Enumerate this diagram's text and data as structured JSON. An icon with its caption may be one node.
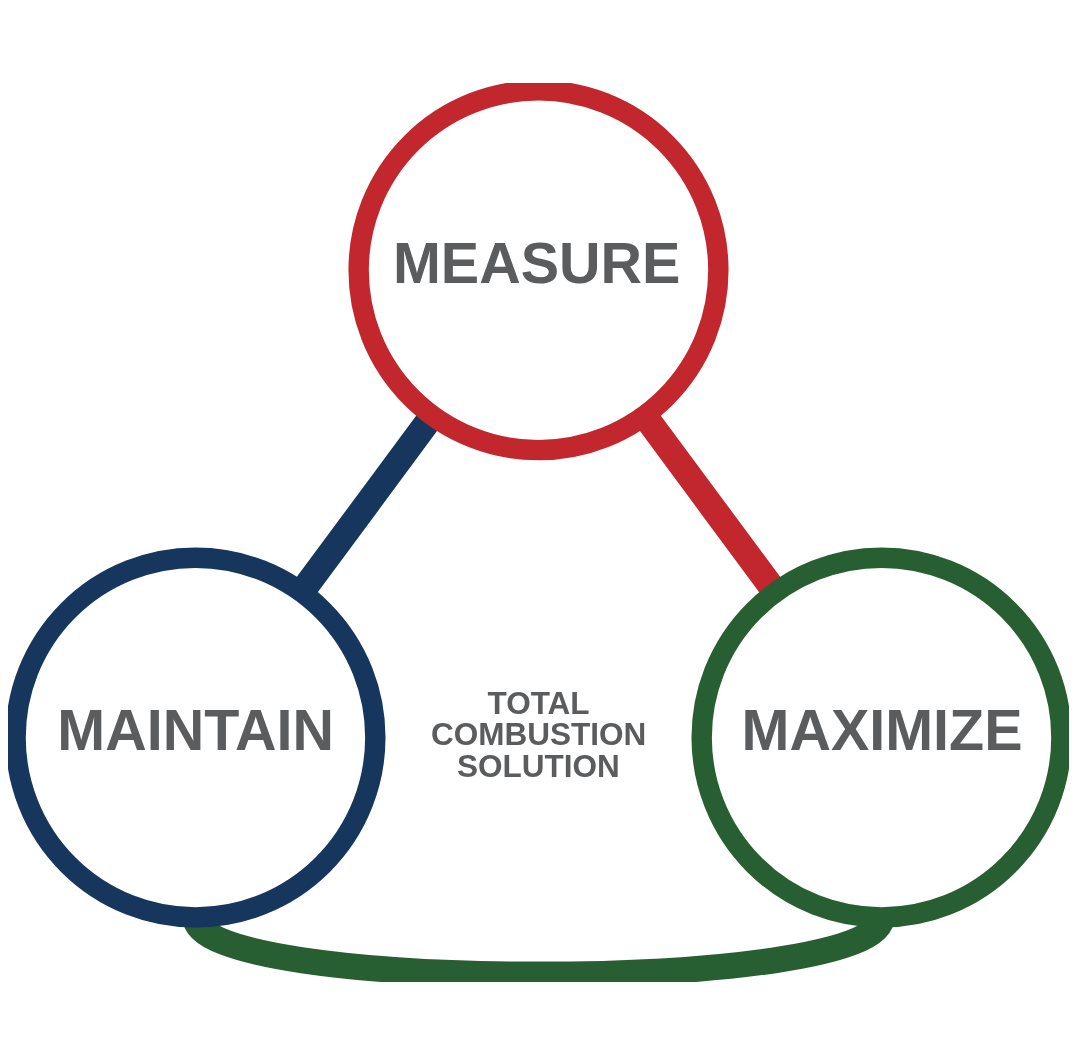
{
  "diagram": {
    "nodes": [
      {
        "text": [
          "MEASURE"
        ]
      },
      {
        "text": [
          "MAINTAIN"
        ]
      },
      {
        "text": [
          "MAXIMIZE"
        ]
      }
    ],
    "edges": [
      {
        "from": 0,
        "to": 1,
        "arrow": "none",
        "color": "#17365d"
      },
      {
        "from": 0,
        "to": 2,
        "arrow": "none",
        "color": "#c1272d"
      },
      {
        "from": 1,
        "to": 2,
        "arrow": "none",
        "color": "#275f33"
      }
    ],
    "labels": [
      "TOTAL COMBUSTION SOLUTION"
    ]
  }
}
